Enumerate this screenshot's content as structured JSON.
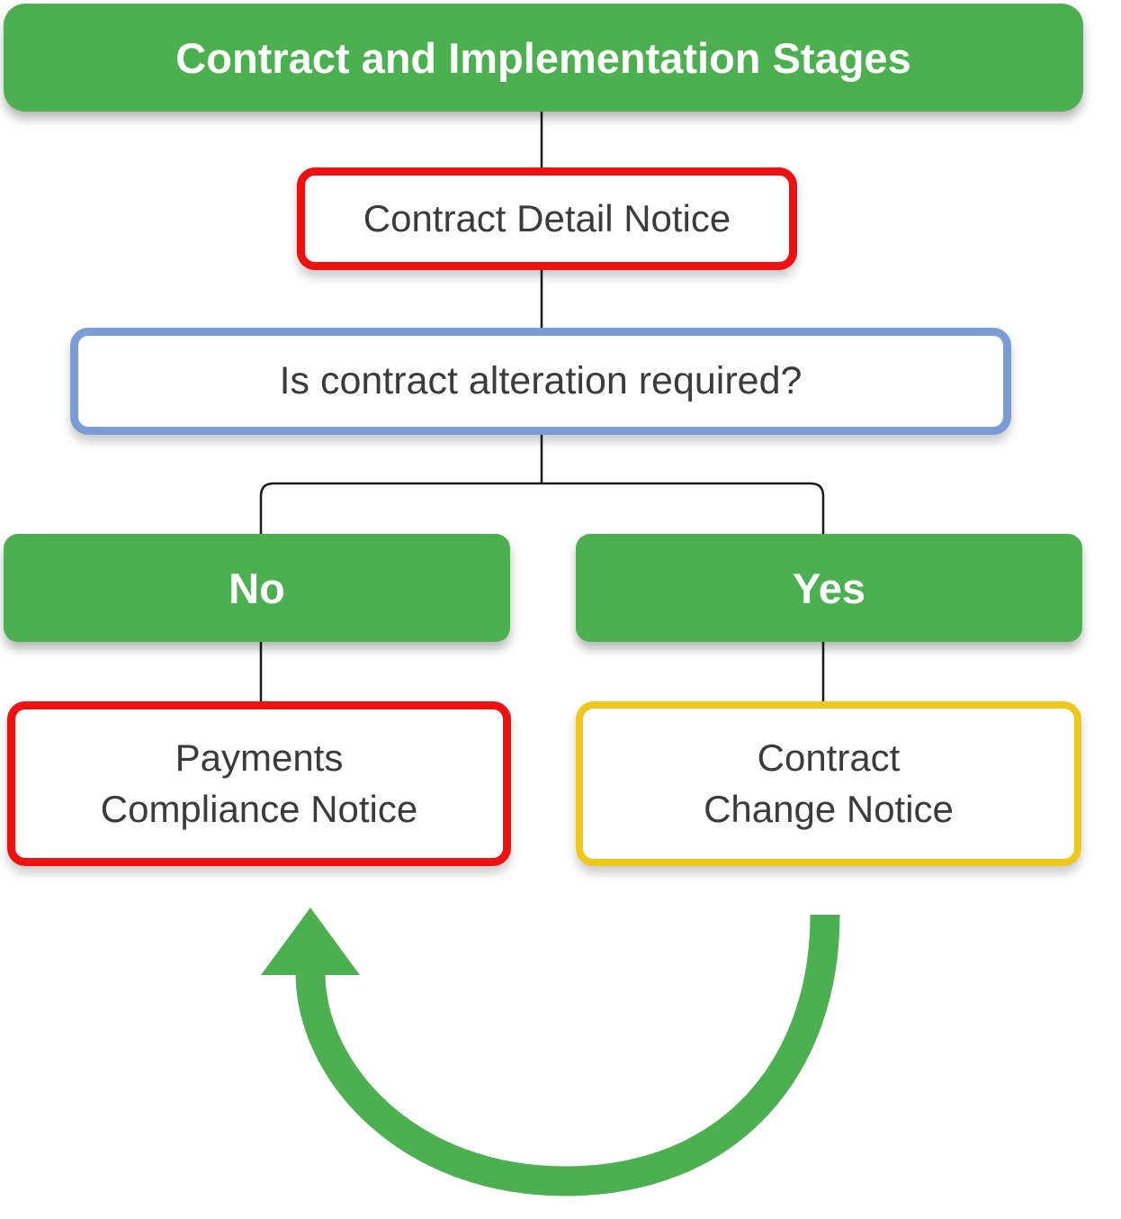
{
  "diagram": {
    "title": "Contract and Implementation Stages",
    "nodes": {
      "contract_detail": {
        "label": "Contract Detail Notice"
      },
      "question": {
        "label": "Is contract alteration required?"
      },
      "no_branch": {
        "label": "No"
      },
      "yes_branch": {
        "label": "Yes"
      },
      "payments_compliance": {
        "line1": "Payments",
        "line2": "Compliance Notice"
      },
      "contract_change": {
        "line1": "Contract",
        "line2": "Change Notice"
      }
    },
    "edges": [
      {
        "from": "title",
        "to": "contract_detail"
      },
      {
        "from": "contract_detail",
        "to": "question"
      },
      {
        "from": "question",
        "to": "no_branch"
      },
      {
        "from": "question",
        "to": "yes_branch"
      },
      {
        "from": "no_branch",
        "to": "payments_compliance"
      },
      {
        "from": "yes_branch",
        "to": "contract_change"
      },
      {
        "from": "contract_change",
        "to": "payments_compliance",
        "style": "green-loop-arrow"
      }
    ],
    "colors": {
      "green": "#4caf50",
      "red_border": "#ee1111",
      "blue_border": "#7b9cd4",
      "yellow_border": "#eec81f",
      "connector": "#1a1a1a",
      "body_text": "#3b3b3b",
      "title_text": "#ffffff"
    }
  }
}
